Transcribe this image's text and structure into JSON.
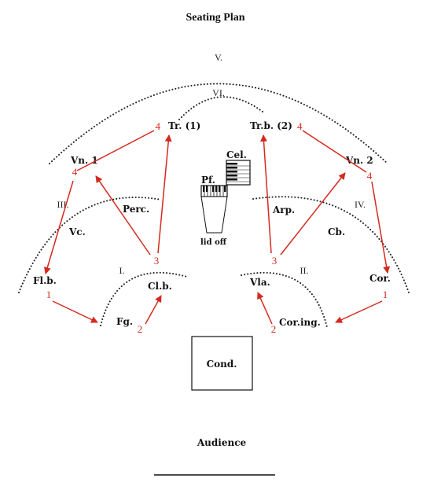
{
  "title": "Seating Plan",
  "footer": "Audience",
  "sections": [
    "I.",
    "II.",
    "III.",
    "IV.",
    "V.",
    "VI."
  ],
  "instruments": {
    "tr": "Tr. (1)",
    "trb": "Tr.b. (2)",
    "vn1": "Vn. 1",
    "vn2": "Vn. 2",
    "cel": "Cel.",
    "pf": "Pf.",
    "lid": "lid off",
    "perc": "Perc.",
    "arp": "Arp.",
    "vc": "Vc.",
    "cb": "Cb.",
    "flb": "Fl.b.",
    "clb": "Cl.b.",
    "fg": "Fg.",
    "vla": "Vla.",
    "coring": "Cor.ing.",
    "cor": "Cor.",
    "cond": "Cond."
  },
  "numbers": {
    "tr": "4",
    "trb": "4",
    "vn1": "4",
    "vn2": "4",
    "left3": "3",
    "right3": "3",
    "flb": "1",
    "cor": "1",
    "fg": "2",
    "coring": "2"
  },
  "colors": {
    "arrow": "#d42a1e",
    "ink": "#111111"
  }
}
